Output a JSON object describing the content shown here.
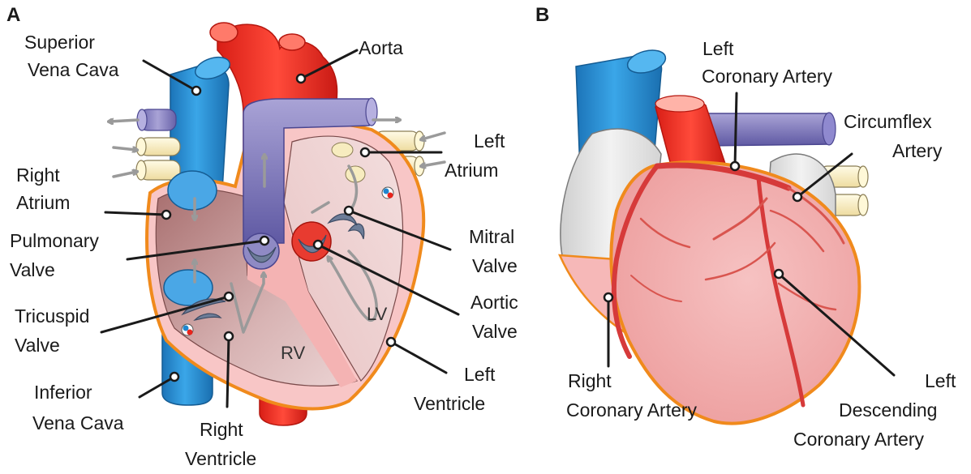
{
  "panels": {
    "a": "A",
    "b": "B"
  },
  "panel_a": {
    "labels": {
      "superior_vena_cava": [
        "Superior",
        "Vena Cava"
      ],
      "aorta": "Aorta",
      "left_atrium": [
        "Left",
        "Atrium"
      ],
      "right_atrium": [
        "Right",
        "Atrium"
      ],
      "pulmonary_valve": [
        "Pulmonary",
        "Valve"
      ],
      "mitral_valve": [
        "Mitral",
        "Valve"
      ],
      "aortic_valve": [
        "Aortic",
        "Valve"
      ],
      "tricuspid_valve": [
        "Tricuspid",
        "Valve"
      ],
      "left_ventricle": [
        "Left",
        "Ventricle"
      ],
      "inferior_vena_cava": [
        "Inferior",
        "Vena Cava"
      ],
      "right_ventricle": [
        "Right",
        "Ventricle"
      ]
    },
    "chambers": {
      "rv": "RV",
      "lv": "LV"
    }
  },
  "panel_b": {
    "labels": {
      "left_coronary_artery": [
        "Left",
        "Coronary Artery"
      ],
      "circumflex_artery": [
        "Circumflex",
        "Artery"
      ],
      "right_coronary_artery": [
        "Right",
        "Coronary Artery"
      ],
      "left_descending_coronary_artery": [
        "Left",
        "Descending",
        "Coronary Artery"
      ]
    }
  },
  "colors": {
    "vena_cava": "#1f86cf",
    "aorta": "#e8241c",
    "pulmonary": "#7f78b8",
    "outline": "#f08a1c",
    "heart_wall": "#f3a7a7",
    "atria": "#e3e3e3",
    "pulmonary_veins": "#f7ecbf"
  }
}
